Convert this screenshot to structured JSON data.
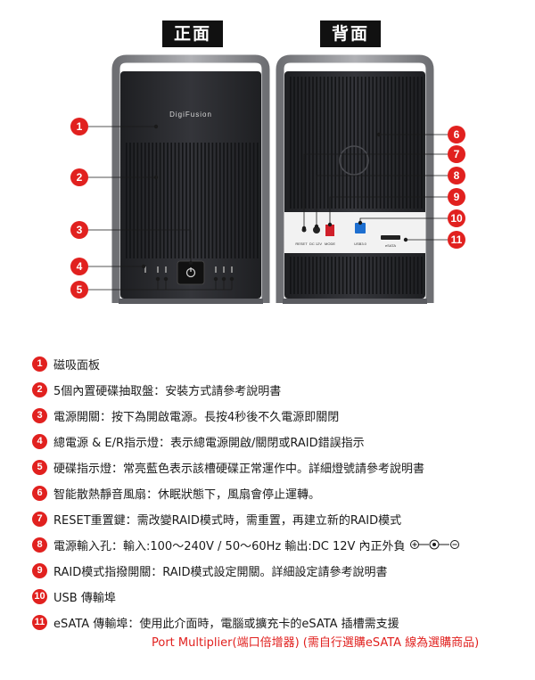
{
  "views": {
    "front_label": "正面",
    "back_label": "背面"
  },
  "device": {
    "brand": "DigiFusion",
    "ports": {
      "reset": "RESET",
      "dc": "DC 12V",
      "mode": "MODE",
      "usb": "USB3.0",
      "esata": "eSATA"
    }
  },
  "items": [
    {
      "num": "1",
      "text": "磁吸面板"
    },
    {
      "num": "2",
      "text": "5個內置硬碟抽取盤：安裝方式請參考說明書"
    },
    {
      "num": "3",
      "text": "電源開關：按下為開啟電源。長按4秒後不久電源即關閉"
    },
    {
      "num": "4",
      "text": "總電源 & E/R指示燈：表示總電源開啟/關閉或RAID錯誤指示"
    },
    {
      "num": "5",
      "text": "硬碟指示燈：常亮藍色表示該槽硬碟正常運作中。詳細燈號請參考說明書"
    },
    {
      "num": "6",
      "text": "智能散熱靜音風扇：休眠狀態下，風扇會停止運轉。"
    },
    {
      "num": "7",
      "text": "RESET重置鍵：需改變RAID模式時，需重置，再建立新的RAID模式"
    },
    {
      "num": "8",
      "text": "電源輸入孔：輸入:100～240V / 50～60Hz 輸出:DC 12V 內正外負"
    },
    {
      "num": "9",
      "text": "RAID模式指撥開關：RAID模式設定開關。詳細設定請參考說明書"
    },
    {
      "num": "10",
      "text": "USB 傳輸埠"
    },
    {
      "num": "11",
      "text": "eSATA 傳輸埠：使用此介面時，電腦或擴充卡的eSATA 插槽需支援"
    }
  ],
  "note": "Port Multiplier(端口倍增器) (需自行選購eSATA 線為選購商品)",
  "colors": {
    "accent": "#e1211f",
    "device_body": "#2b2c30",
    "handle": "#8e8f93"
  }
}
